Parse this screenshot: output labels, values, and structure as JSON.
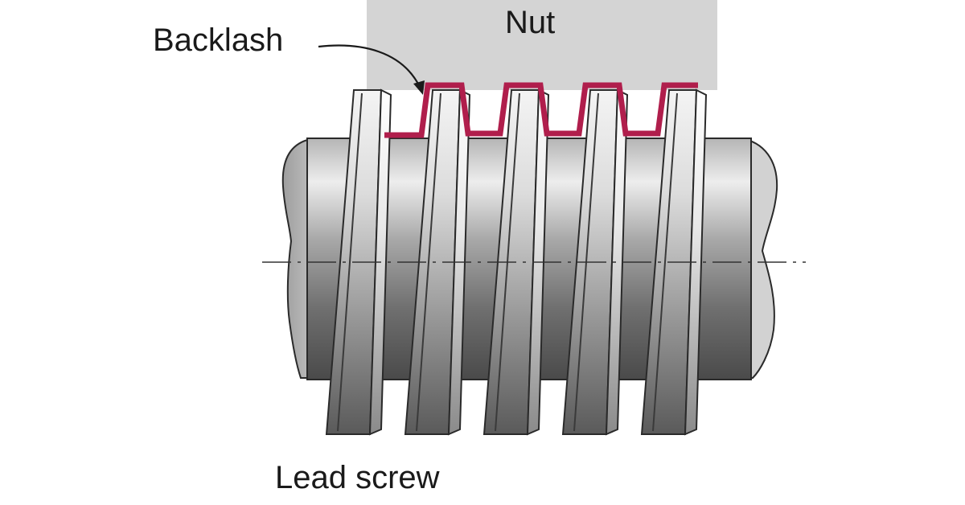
{
  "labels": {
    "nut": "Nut",
    "backlash": "Backlash",
    "lead_screw": "Lead screw"
  },
  "colors": {
    "nut_fill": "#d4d4d4",
    "backlash_gap": "#b01e4c",
    "screw_dark": "#4a4a4a",
    "screw_light": "#e6e6e6",
    "thread_light": "#f4f4f4",
    "outline": "#2a2a2a",
    "axis_line": "#333333"
  }
}
